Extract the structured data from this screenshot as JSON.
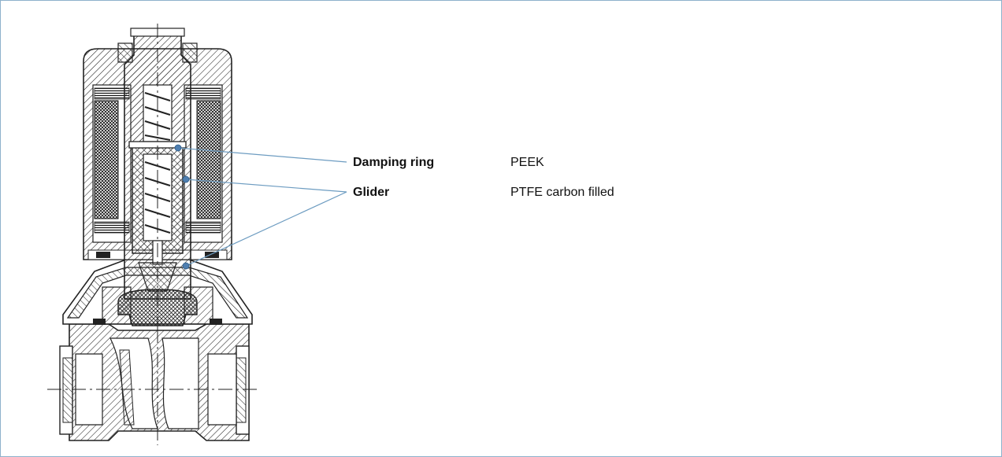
{
  "callouts": [
    {
      "part": "Damping ring",
      "material": "PEEK"
    },
    {
      "part": "Glider",
      "material": "PTFE carbon filled"
    }
  ],
  "colors": {
    "frame": "#8eb1cc",
    "leader": "#6d9cc1",
    "marker": "#4f7fb0",
    "line": "#222222"
  }
}
